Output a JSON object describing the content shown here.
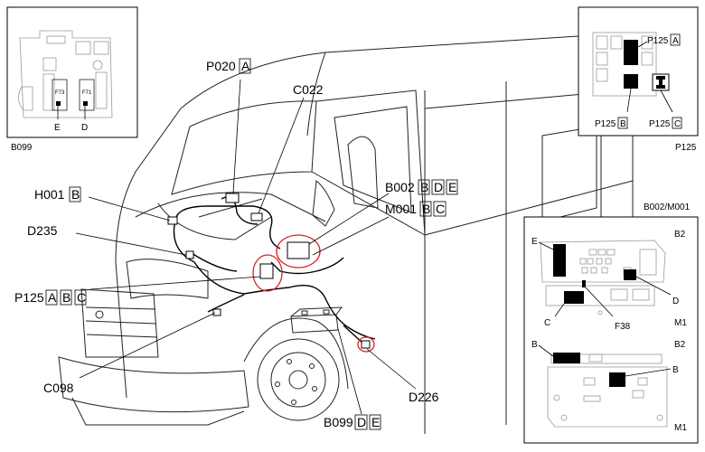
{
  "labels": {
    "p020": "P020",
    "p020_a": "A",
    "c022": "C022",
    "h001": "H001",
    "h001_b": "B",
    "d235": "D235",
    "b002": "B002",
    "b002_b": "B",
    "b002_d": "D",
    "b002_e": "E",
    "m001": "M001",
    "m001_b": "B",
    "m001_c": "C",
    "p125": "P125",
    "p125_a": "A",
    "p125_b": "B",
    "p125_c": "C",
    "c098": "C098",
    "d226": "D226",
    "b099": "B099",
    "b099_d": "D",
    "b099_e": "E"
  },
  "inset_b099": {
    "caption": "B099",
    "pin_e": "E",
    "pin_d": "D",
    "fuse_left": "F73",
    "fuse_right": "F71"
  },
  "inset_p125": {
    "caption": "P125",
    "a_code": "P125",
    "a_pin": "A",
    "b_code": "P125",
    "b_pin": "B",
    "c_code": "P125",
    "c_pin": "C"
  },
  "inset_b002": {
    "caption": "B002/M001",
    "top_right": "B2",
    "pin_e": "E",
    "pin_d": "D",
    "pin_c": "C",
    "fuse": "F38",
    "m1_a": "M1",
    "b2_b": "B2",
    "pin_b_left": "B",
    "pin_b_right": "B",
    "m1_b": "M1"
  }
}
